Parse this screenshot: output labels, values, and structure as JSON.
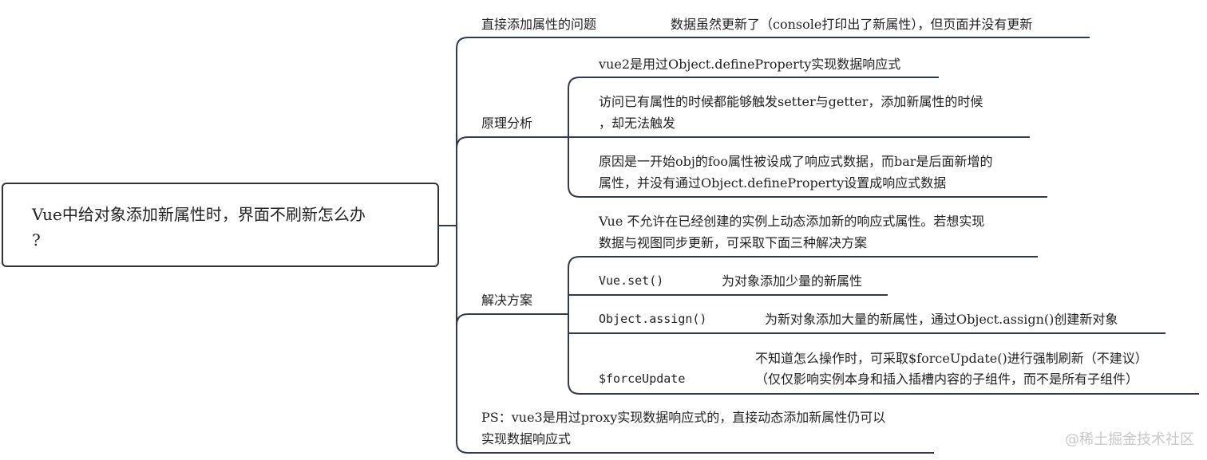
{
  "root": {
    "line1": "Vue中给对象添加新属性时，界面不刷新怎么办",
    "line2": "?"
  },
  "branches": {
    "direct_issue": {
      "label": "直接添加属性的问题",
      "detail": "数据虽然更新了（console打印出了新属性），但页面并没有更新"
    },
    "principle": {
      "label": "原理分析",
      "items": [
        {
          "line1": "vue2是用过Object.defineProperty实现数据响应式"
        },
        {
          "line1": "访问已有属性的时候都能够触发setter与getter，添加新属性的时候",
          "line2": "，却无法触发"
        },
        {
          "line1": "原因是一开始obj的foo属性被设成了响应式数据，而bar是后面新增的",
          "line2": "属性，并没有通过Object.defineProperty设置成响应式数据"
        }
      ]
    },
    "solution": {
      "label": "解决方案",
      "intro": {
        "line1": "Vue 不允许在已经创建的实例上动态添加新的响应式属性。若想实现",
        "line2": "数据与视图同步更新，可采取下面三种解决方案"
      },
      "methods": [
        {
          "name": "Vue.set()",
          "desc": "为对象添加少量的新属性"
        },
        {
          "name": "Object.assign()",
          "desc": "为新对象添加大量的新属性，通过Object.assign()创建新对象"
        },
        {
          "name": "$forceUpdate",
          "desc_line1": "不知道怎么操作时，可采取$forceUpdate()进行强制刷新（不建议）",
          "desc_line2": "（仅仅影响实例本身和插入插槽内容的子组件，而不是所有子组件）"
        }
      ]
    },
    "ps": {
      "line1": "PS：vue3是用过proxy实现数据响应式的，直接动态添加新属性仍可以",
      "line2": "实现数据响应式"
    }
  },
  "watermark": "@稀土掘金技术社区",
  "colors": {
    "connector": "#2f3c4f",
    "border": "#333333"
  }
}
